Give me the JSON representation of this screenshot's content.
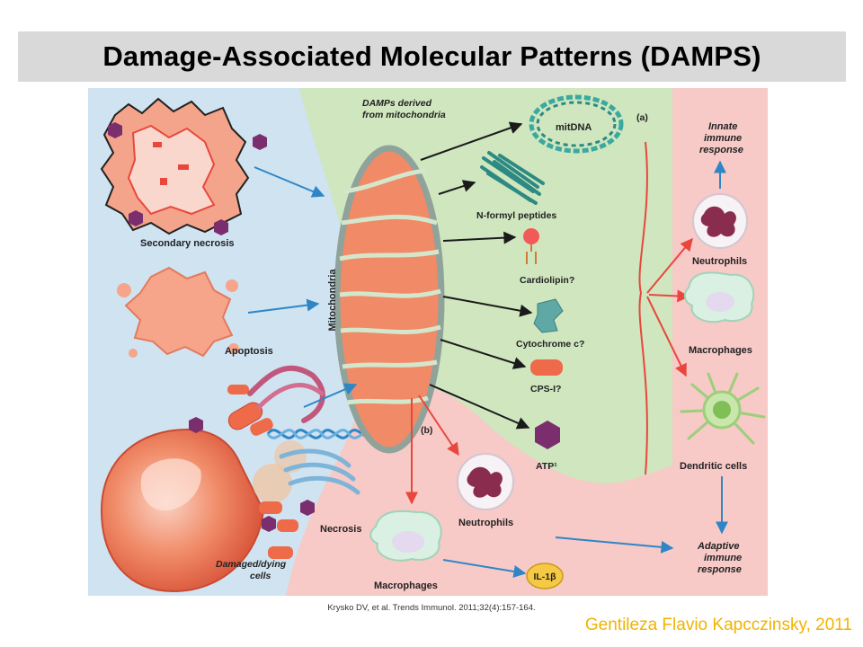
{
  "title": "Damage-Associated Molecular Patterns (DAMPS)",
  "diagram": {
    "left_cells": {
      "secondary_necrosis": "Secondary necrosis",
      "apoptosis": "Apoptosis",
      "necrosis": "Necrosis",
      "damaged_cells_line1": "Damaged/dying",
      "damaged_cells_line2": "cells"
    },
    "mito_label": "Mitochondria",
    "mito_header_line1": "DAMPs derived",
    "mito_header_line2": "from mitochondria",
    "pathway_a": "(a)",
    "pathway_b": "(b)",
    "damps": {
      "mitdna": "mitDNA",
      "nformyl": "N-formyl peptides",
      "cardiolipin": "Cardiolipin?",
      "cytochrome": "Cytochrome c?",
      "cps": "CPS-I?",
      "atp": "ATP¹"
    },
    "immune": {
      "innate_line1": "Innate",
      "innate_line2": "immune",
      "innate_line3": "response",
      "neutrophils_right": "Neutrophils",
      "macrophages_right": "Macrophages",
      "dendritic": "Dendritic cells",
      "adaptive_line1": "Adaptive",
      "adaptive_line2": "immune",
      "adaptive_line3": "response",
      "neutrophils_bottom": "Neutrophils",
      "macrophages_bottom": "Macrophages",
      "il1b": "IL-1β"
    },
    "colors": {
      "left_panel": "#cfe3f1",
      "mito_region": "#cfe6bf",
      "right_panel": "#f7c9c7",
      "mitochondrion": "#f08a67",
      "blue_arrow": "#2f86c6",
      "red_arrow": "#e8473d",
      "black_arrow": "#1a1a1a",
      "title_bar": "#d9d9d9",
      "credit": "#f2b300"
    }
  },
  "citation": "Krysko DV, et al. Trends Immunol. 2011;32(4):157-164.",
  "credit": "Gentileza Flavio Kapcczinsky, 2011"
}
